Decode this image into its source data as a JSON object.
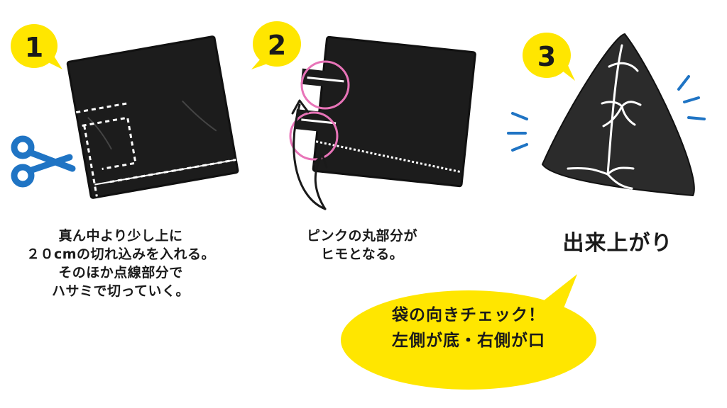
{
  "steps": [
    {
      "number": "1",
      "caption": [
        "真ん中より少し上に",
        "２０cmの切れ込みを入れる。",
        "そのほか点線部分で",
        "ハサミで切っていく。"
      ]
    },
    {
      "number": "2",
      "caption": [
        "ピンクの丸部分が",
        "ヒモとなる。"
      ]
    },
    {
      "number": "3",
      "caption": [
        "出来上がり"
      ]
    }
  ],
  "callout": {
    "lines": [
      "袋の向きチェック！",
      "左側が底・右側が口"
    ]
  },
  "colors": {
    "badge_yellow": "#ffe600",
    "callout_yellow": "#ffe600",
    "bag_black": "#1c1c1c",
    "scissors_blue": "#1f74c4",
    "highlight_pink": "#e874b8",
    "motion_blue": "#1f74c4"
  },
  "icons": [
    "scissors-icon",
    "curved-arrow-icon",
    "motion-lines-icon"
  ]
}
